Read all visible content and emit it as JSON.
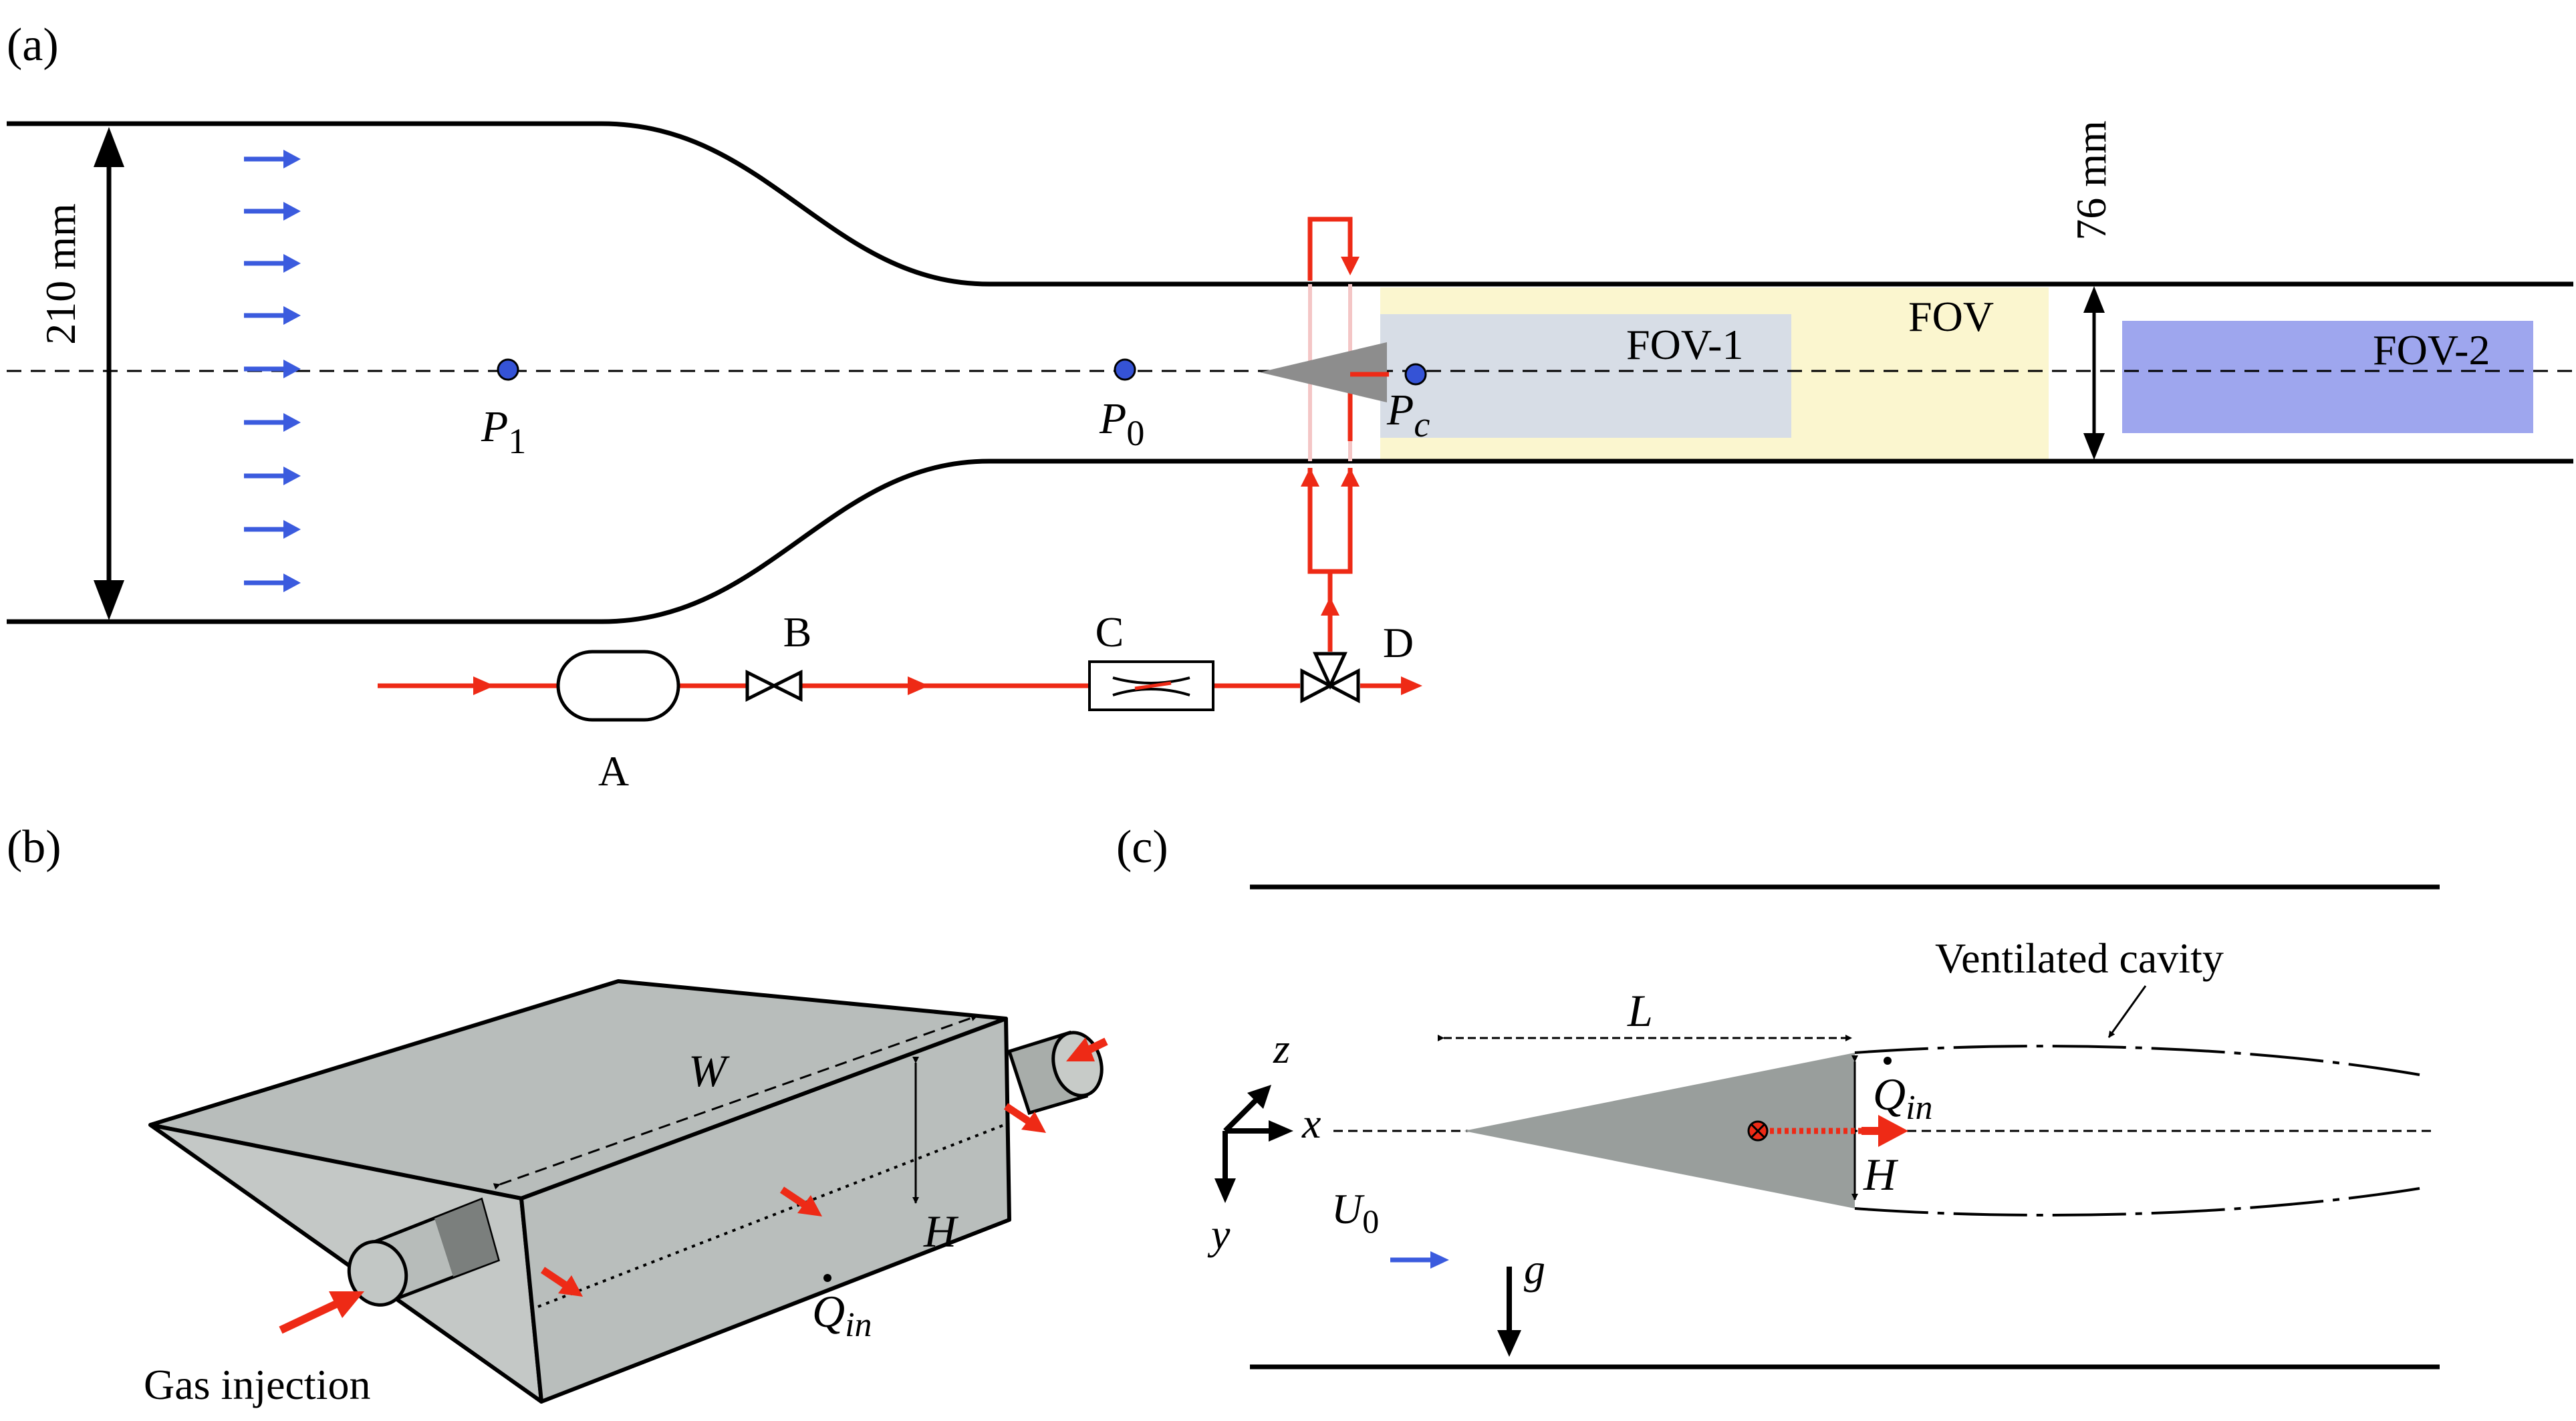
{
  "panel_a": {
    "tag": "(a)",
    "inlet_height": "210 mm",
    "test_section_height": "76 mm",
    "fov": "FOV",
    "fov1": "FOV-1",
    "fov2": "FOV-2",
    "p1": {
      "sym": "P",
      "sub": "1"
    },
    "p0": {
      "sym": "P",
      "sub": "0"
    },
    "pc": {
      "sym": "P",
      "sub": "c"
    },
    "components": [
      "A",
      "B",
      "C",
      "D"
    ],
    "colors": {
      "gas_line": "#ee2a16",
      "flow_arrow": "#3b5bde",
      "fov_yellow": "#fbf6cf",
      "fov1_grey": "#d7dde6",
      "fov2_blue": "#9ea6ee",
      "probe_dot": "#3553d6"
    }
  },
  "panel_b": {
    "tag": "(b)",
    "w": "W",
    "h": "H",
    "q": {
      "sym": "Q",
      "sub": "in"
    },
    "gas_injection": "Gas injection"
  },
  "panel_c": {
    "tag": "(c)",
    "l": "L",
    "h": "H",
    "q": {
      "sym": "Q",
      "sub": "in"
    },
    "ventilated_cavity": "Ventilated cavity",
    "axis_z": "z",
    "axis_x": "x",
    "axis_y": "y",
    "u0": {
      "sym": "U",
      "sub": "0"
    },
    "g": "g"
  }
}
